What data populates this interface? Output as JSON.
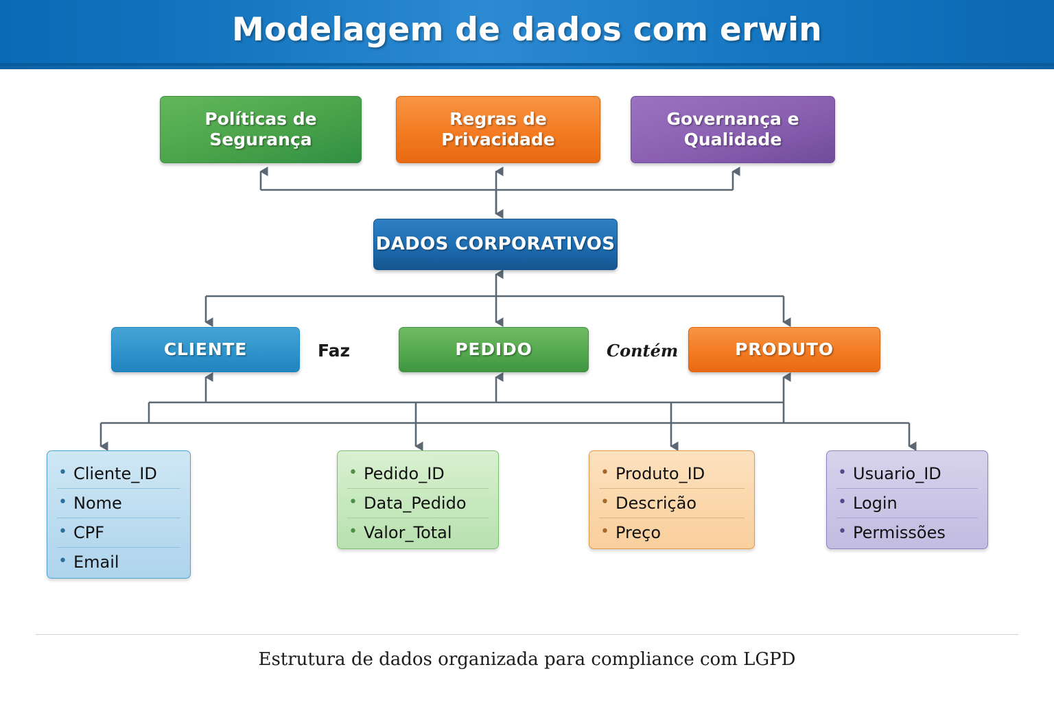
{
  "header": {
    "title": "Modelagem de dados com erwin",
    "background_color": "#1274be",
    "text_color": "#ffffff"
  },
  "governance_boxes": [
    {
      "label": "Políticas de Segurança",
      "line1": "Políticas de",
      "line2": "Segurança",
      "color": "#4aa34a"
    },
    {
      "label": "Regras de Privacidade",
      "line1": "Regras de",
      "line2": "Privacidade",
      "color": "#f37b22"
    },
    {
      "label": "Governança e Qualidade",
      "line1": "Governança e",
      "line2": "Qualidade",
      "color": "#8a5fb2"
    }
  ],
  "core": {
    "label": "DADOS CORPORATIVOS",
    "color": "#1f6fb4"
  },
  "entities": [
    {
      "label": "CLIENTE",
      "color": "#2f94cb"
    },
    {
      "label": "PEDIDO",
      "color": "#55a94f"
    },
    {
      "label": "PRODUTO",
      "color": "#f37b22"
    }
  ],
  "relationships": [
    {
      "label": "Faz",
      "from": "CLIENTE",
      "to": "PEDIDO"
    },
    {
      "label": "Contém",
      "from": "PEDIDO",
      "to": "PRODUTO"
    }
  ],
  "attribute_boxes": [
    {
      "entity": "CLIENTE",
      "color": "#bcdcf0",
      "items": [
        "Cliente_ID",
        "Nome",
        "CPF",
        "Email"
      ]
    },
    {
      "entity": "PEDIDO",
      "color": "#c6e8bd",
      "items": [
        "Pedido_ID",
        "Data_Pedido",
        "Valor_Total"
      ]
    },
    {
      "entity": "PRODUTO",
      "color": "#fbd7ab",
      "items": [
        "Produto_ID",
        "Descrição",
        "Preço"
      ]
    },
    {
      "entity": "USUARIO",
      "color": "#cbc6e6",
      "items": [
        "Usuario_ID",
        "Login",
        "Permissões"
      ]
    }
  ],
  "footer": {
    "caption": "Estrutura de dados organizada para compliance com LGPD"
  },
  "connector_color": "#5b6873"
}
